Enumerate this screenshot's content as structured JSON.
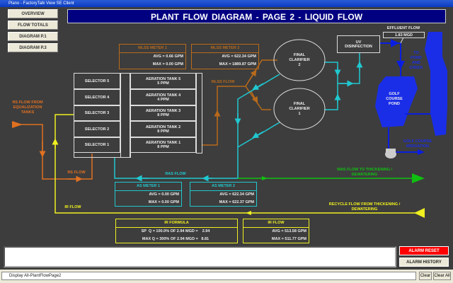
{
  "window": {
    "title": "Plano - FactoryTalk View SE Client"
  },
  "nav": [
    "OVERVIEW",
    "FLOW TOTALS",
    "DIAGRAM P.1",
    "DIAGRAM P.3"
  ],
  "header": {
    "title": "PLANT FLOW DIAGRAM   -   PAGE 2   -   LIQUID FLOW"
  },
  "mlss1": {
    "title": "MLSS METER 1",
    "avg": "AVG  = 0.66 GPM",
    "max": "MAX  =  0.00 GPM"
  },
  "mlss2": {
    "title": "MLSS METER 2",
    "avg": "AVG  = 622.34 GPM",
    "max": "MAX  = 1889.87 GPM"
  },
  "selectors": [
    "SELECTOR 5",
    "SELECTOR 4",
    "SELECTOR 3",
    "SELECTOR 2",
    "SELECTOR 1"
  ],
  "tanks": [
    {
      "name": "AERATION TANK 5",
      "ppm": "5 PPM"
    },
    {
      "name": "AERATION TANK 4",
      "ppm": "4 PPM"
    },
    {
      "name": "AERATION TANK 3",
      "ppm": "8 PPM"
    },
    {
      "name": "AERATION TANK 2",
      "ppm": "8 PPM"
    },
    {
      "name": "AERATION TANK 1",
      "ppm": "8 PPM"
    }
  ],
  "clarifier2": [
    "FINAL",
    "CLARIFIER",
    "2"
  ],
  "clarifier1": [
    "FINAL",
    "CLARIFIER",
    "1"
  ],
  "uv": [
    "UV",
    "DISINFECTION"
  ],
  "effluent": {
    "label": "EFFLUENT FLOW",
    "value": "1.83 MGD"
  },
  "labels": {
    "to_pond": "TO POND AND CREEK",
    "golf_pond": "GOLF COURSE POND",
    "irrigation": "GOLF COURSE IRRIGATION",
    "rs_from": "RS FLOW FROM EQUALIZATION TANKS",
    "rs_flow": "RS FLOW",
    "mlss_flow": "MLSS FLOW",
    "ras_flow": "RAS FLOW",
    "was_flow": "WAS FLOW TO THICKENING / DEWATERING",
    "ir_flow": "IR FLOW",
    "recycle": "RECYCLE FLOW FROM THICKENING / DEWATERING"
  },
  "as1": {
    "title": "AS METER 1",
    "avg": "AVG  = 0.00 GPM",
    "max": "MAX  =  0.00 GPM"
  },
  "as2": {
    "title": "AS METER 2",
    "avg": "AVG  = 622.34 GPM",
    "max": "MAX  = 622.37 GPM"
  },
  "ir_formula": {
    "title": "IR FORMULA",
    "sp": "SP  Q = 100.0% OF 2.94 MGD =    2.94",
    "max": "MAX Q = 300% OF 2.94 MGD =   8.81"
  },
  "ir_meter": {
    "title": "IR FLOW",
    "avg": "AVG  = 513.58 GPM",
    "max": "MAX  = 511.77 GPM"
  },
  "alarm": {
    "reset": "ALARM RESET",
    "history": "ALARM HISTORY"
  },
  "status": {
    "display": "Display All-PlantFlowPage2",
    "clear": "Clear",
    "clear_all": "Clear All"
  },
  "colors": {
    "orange": "#e07020",
    "mlss": "#b86a1a",
    "cyan": "#20c8d0",
    "yellow": "#f0f020",
    "green": "#10c010",
    "blue": "#0a1ee0",
    "header": "#000080"
  }
}
